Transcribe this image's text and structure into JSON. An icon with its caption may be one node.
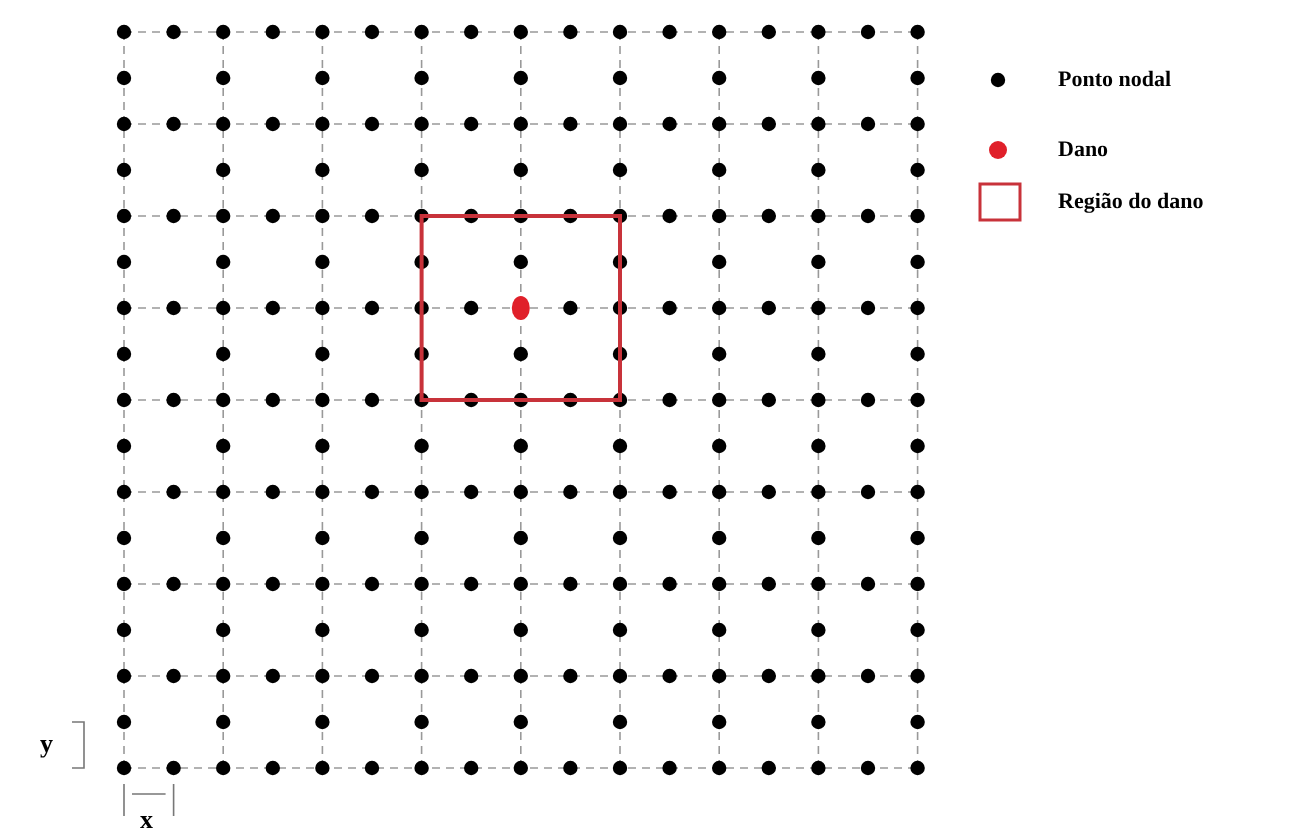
{
  "diagram": {
    "labels": [
      "y",
      "x"
    ],
    "legend": [
      {
        "text": "Ponto nodal",
        "color": "#000000"
      },
      {
        "text": "Dano",
        "color": "#e0202a"
      },
      {
        "text": "Região do dano"
      }
    ]
  }
}
